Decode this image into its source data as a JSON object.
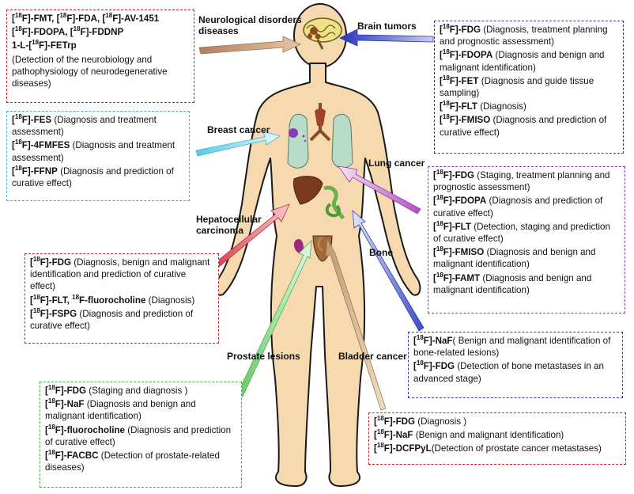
{
  "colors": {
    "red": "#c0282c",
    "blue": "#2d3ea8",
    "cyan": "#3cb6d2",
    "purple": "#8a3ab8",
    "green": "#3fb83f",
    "skin": "#f7d9b0",
    "outline": "#1a1a1a"
  },
  "labels": {
    "neuro": [
      "Neurological disorders",
      "diseases"
    ],
    "brain": [
      "Brain tumors"
    ],
    "breast": [
      "Breast cancer"
    ],
    "lung": [
      "Lung cancer"
    ],
    "hcc": [
      "Hepatocellular",
      "carcinoma"
    ],
    "bone": [
      "Bone"
    ],
    "prostate": [
      "Prostate lesions"
    ],
    "bladder": [
      "Bladder cancer"
    ]
  },
  "boxes": {
    "neuro": {
      "items": [
        {
          "c": [
            [
              "[",
              "18",
              "F]-FMT, ["
            ],
            [
              "",
              "18",
              "F]-FDA, ["
            ],
            [
              "",
              "18",
              "F]-AV-1451"
            ]
          ],
          "d": ""
        },
        {
          "c": [
            [
              "[",
              "18",
              "F]-FDOPA, ["
            ],
            [
              "",
              "18",
              "F]-FDDNP"
            ]
          ],
          "d": ""
        },
        {
          "c": [
            [
              "1-L-[",
              "18",
              "F]-FETrp"
            ]
          ],
          "d": ""
        },
        {
          "c": [],
          "d": "(Detection of the neurobiology and pathophysiology of neurodegenerative diseases)"
        }
      ]
    },
    "brain": {
      "items": [
        {
          "c": [
            [
              "[",
              "18",
              "F]-FDG"
            ]
          ],
          "d": " (Diagnosis, treatment planning and prognostic assessment)"
        },
        {
          "c": [
            [
              "[",
              "18",
              "F]-FDOPA"
            ]
          ],
          "d": " (Diagnosis and benign and malignant identification)"
        },
        {
          "c": [
            [
              "[",
              "18",
              "F]-FET"
            ]
          ],
          "d": " (Diagnosis and guide tissue sampling)"
        },
        {
          "c": [
            [
              "[",
              "18",
              "F]-FLT"
            ]
          ],
          "d": " (Diagnosis)"
        },
        {
          "c": [
            [
              "[",
              "18",
              "F]-FMISO"
            ]
          ],
          "d": " (Diagnosis and  prediction of curative effect)"
        }
      ]
    },
    "breast": {
      "items": [
        {
          "c": [
            [
              "[",
              "18",
              "F]-FES"
            ]
          ],
          "d": " (Diagnosis and treatment assessment)"
        },
        {
          "c": [
            [
              "[",
              "18",
              "F]-4FMFES"
            ]
          ],
          "d": " (Diagnosis and treatment assessment)"
        },
        {
          "c": [
            [
              "[",
              "18",
              "F]-FFNP"
            ]
          ],
          "d": " (Diagnosis and  prediction of curative effect)"
        }
      ]
    },
    "lung": {
      "items": [
        {
          "c": [
            [
              "[",
              "18",
              "F]-FDG"
            ]
          ],
          "d": " (Staging, treatment planning and prognostic  assessment)"
        },
        {
          "c": [
            [
              "[",
              "18",
              "F]-FDOPA"
            ]
          ],
          "d": " (Diagnosis and  prediction of curative effect)"
        },
        {
          "c": [
            [
              "[",
              "18",
              "F]-FLT"
            ]
          ],
          "d": " (Detection, staging and prediction of curative effect)"
        },
        {
          "c": [
            [
              "[",
              "18",
              "F]-FMISO"
            ]
          ],
          "d": " (Diagnosis and benign and malignant identification)"
        },
        {
          "c": [
            [
              "[",
              "18",
              "F]-FAMT"
            ]
          ],
          "d": " (Diagnosis and benign and malignant identification)"
        }
      ]
    },
    "hcc": {
      "items": [
        {
          "c": [
            [
              "[",
              "18",
              "F]-FDG"
            ]
          ],
          "d": " (Diagnosis, benign and malignant identification and  prediction of curative effect)"
        },
        {
          "c": [
            [
              "[",
              "18",
              "F]-FLT, "
            ],
            [
              "",
              "18",
              "F-fluorocholine"
            ]
          ],
          "d": "  (Diagnosis)"
        },
        {
          "c": [
            [
              "[",
              "18",
              "F]-FSPG"
            ]
          ],
          "d": " (Diagnosis and prediction of curative effect)"
        }
      ]
    },
    "bone": {
      "items": [
        {
          "c": [
            [
              "[",
              "18",
              "F]-NaF"
            ]
          ],
          "d": "( Benign and malignant identification of bone-related lesions)"
        },
        {
          "c": [
            [
              "[",
              "18",
              "F]-FDG"
            ]
          ],
          "d": " (Detection of bone metastases in an advanced stage)"
        }
      ]
    },
    "prostate": {
      "items": [
        {
          "c": [
            [
              "[",
              "18",
              "F]-FDG"
            ]
          ],
          "d": " (Staging and diagnosis )"
        },
        {
          "c": [
            [
              "[",
              "18",
              "F]-NaF"
            ]
          ],
          "d": " (Diagnosis and benign and malignant  identification)"
        },
        {
          "c": [
            [
              "[",
              "18",
              "F]-fluorocholine"
            ]
          ],
          "d": " (Diagnosis and prediction of curative effect)"
        },
        {
          "c": [
            [
              "[",
              "18",
              "F]-FACBC"
            ]
          ],
          "d": " (Detection of prostate-related diseases)"
        }
      ]
    },
    "bladder": {
      "items": [
        {
          "c": [
            [
              "[",
              "18",
              "F]-FDG"
            ]
          ],
          "d": " (Diagnosis )"
        },
        {
          "c": [
            [
              "[",
              "18",
              "F]-NaF"
            ]
          ],
          "d": " (Benign and malignant identification)"
        },
        {
          "c": [
            [
              "[",
              "18",
              "F]-DCFPyL"
            ]
          ],
          "d": "(Detection of prostate cancer metastases)"
        }
      ]
    }
  }
}
